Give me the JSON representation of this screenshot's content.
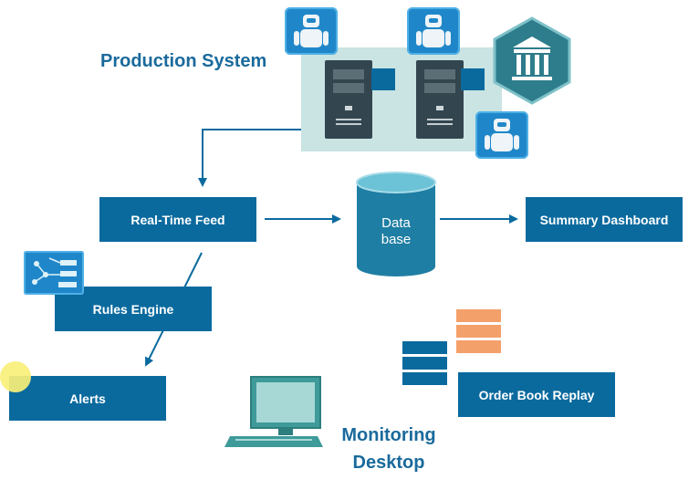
{
  "production_system": {
    "title": "Production System"
  },
  "nodes": {
    "real_time_feed": "Real-Time Feed",
    "database_line1": "Data",
    "database_line2": "base",
    "summary_dashboard": "Summary Dashboard",
    "rules_engine": "Rules Engine",
    "alerts": "Alerts",
    "order_book_replay": "Order Book Replay"
  },
  "monitoring": {
    "line1": "Monitoring",
    "line2": "Desktop"
  },
  "icons": [
    "robot-icon",
    "server-icon",
    "bank-icon",
    "database-icon",
    "circuit-icon",
    "monitor-icon",
    "stack-icon"
  ],
  "colors": {
    "box": "#0a6a9e",
    "title": "#1a6a9c",
    "production_bg": "#c9e4e2",
    "bank_hex": "#2e7d8c",
    "orange": "#f4a06a",
    "alert_dot": "#f8f07a"
  }
}
